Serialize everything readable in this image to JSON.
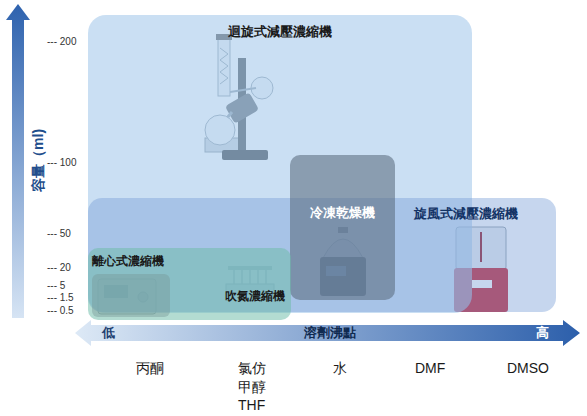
{
  "diagram": {
    "nodes": [
      {
        "text": [
          "迴旋式減壓濃縮機"
        ]
      },
      {
        "text": [
          "旋風式減壓濃縮機"
        ]
      },
      {
        "text": [
          "冷凍乾燥機"
        ]
      },
      {
        "text": [
          "吹氮濃縮機"
        ]
      },
      {
        "text": [
          "離心式濃縮機"
        ],
        "in": 3
      }
    ],
    "labels": [
      "容量（ml)",
      "--- 200",
      "--- 100",
      "--- 50",
      "--- 20",
      "--- 5",
      "--- 1.5",
      "--- 0.5",
      "低",
      "溶劑沸點",
      "高",
      "丙酮",
      "氯仿",
      "甲醇",
      "THF",
      "水",
      "DMF",
      "DMSO"
    ]
  }
}
